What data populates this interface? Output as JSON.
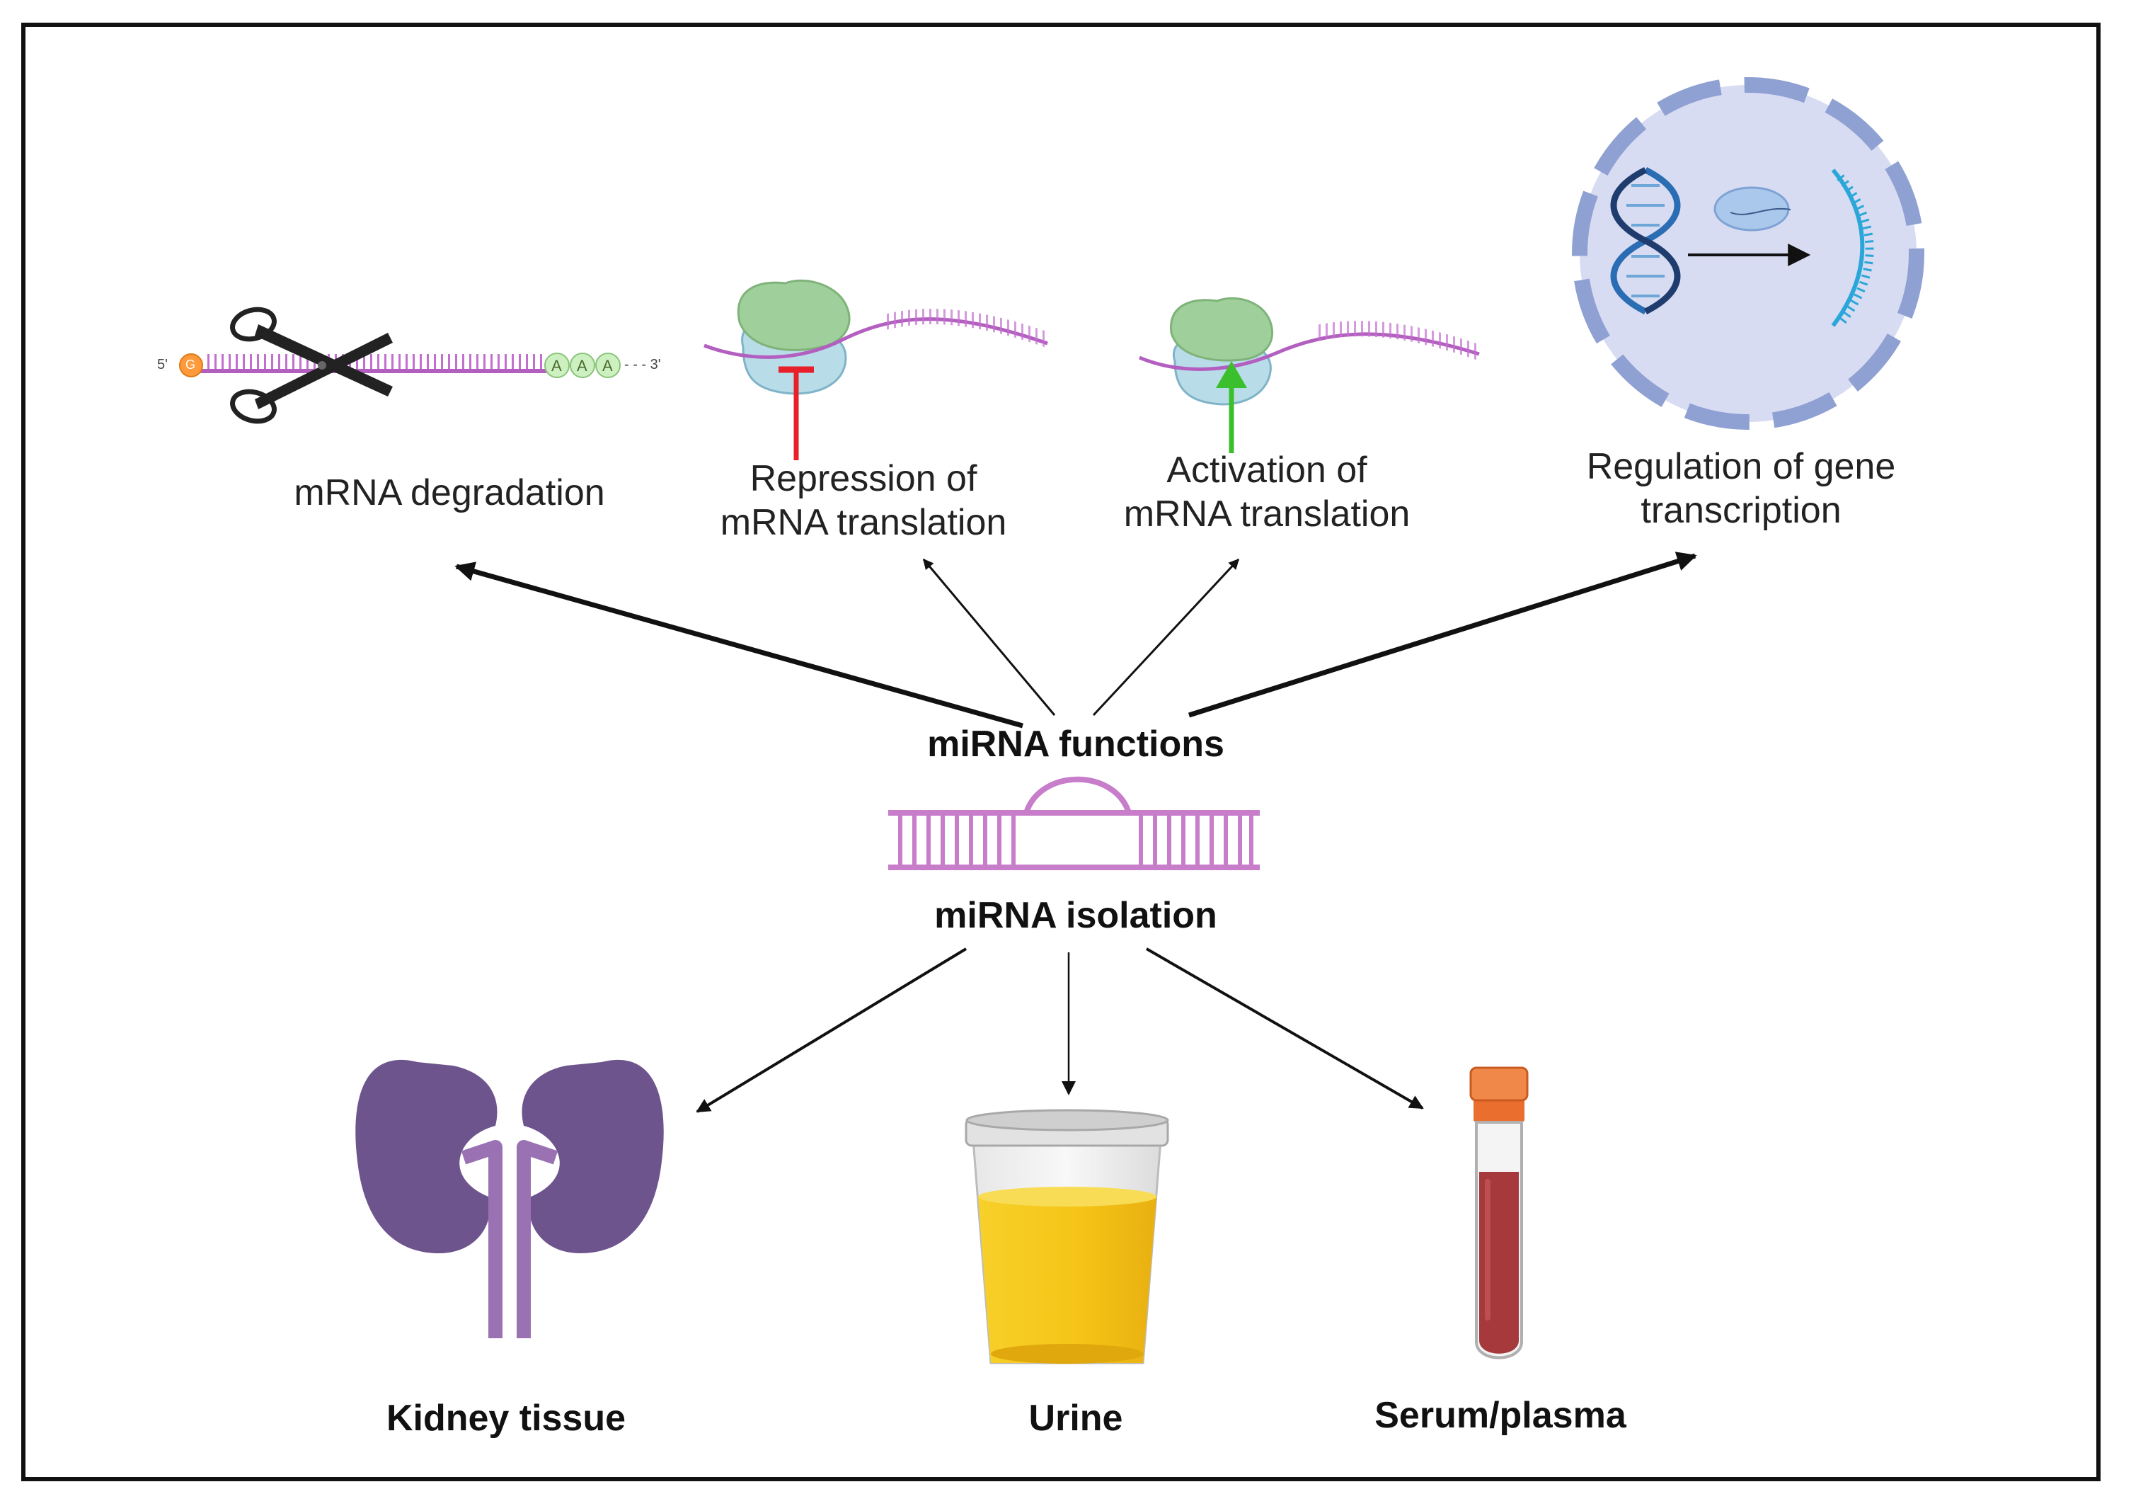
{
  "center": {
    "functions_label": "miRNA functions",
    "isolation_label": "miRNA isolation"
  },
  "functions": [
    {
      "id": "degradation",
      "label": "mRNA degradation"
    },
    {
      "id": "repression",
      "line1": "Repression of",
      "line2": "mRNA translation"
    },
    {
      "id": "activation",
      "line1": "Activation of",
      "line2": "mRNA translation"
    },
    {
      "id": "regulation",
      "line1": "Regulation of gene",
      "line2": "transcription"
    }
  ],
  "sources": [
    {
      "id": "kidney",
      "label": "Kidney tissue"
    },
    {
      "id": "urine",
      "label": "Urine"
    },
    {
      "id": "serum",
      "label": "Serum/plasma"
    }
  ],
  "mrna_strand": {
    "five_prime": "5'",
    "cap": "G",
    "poly_a": [
      "A",
      "A",
      "A"
    ],
    "three_prime": "- - - 3'"
  },
  "colors": {
    "mrna": "#b35fc0",
    "mirna": "#c77dc9",
    "inhibit": "#e8202a",
    "activate": "#3cbf2c",
    "kidney": "#6e548d",
    "ureter": "#9a72b4",
    "urine": "#f5c518",
    "blood": "#a6393b",
    "cap": "#ff8a3a",
    "nucleus": "#d7dcf2",
    "nucleus_border": "#8fa0d2"
  },
  "icons": [
    "scissors-icon",
    "ribosome-icon",
    "dna-helix-icon",
    "nucleus-icon",
    "kidney-icon",
    "urine-cup-icon",
    "blood-tube-icon"
  ]
}
